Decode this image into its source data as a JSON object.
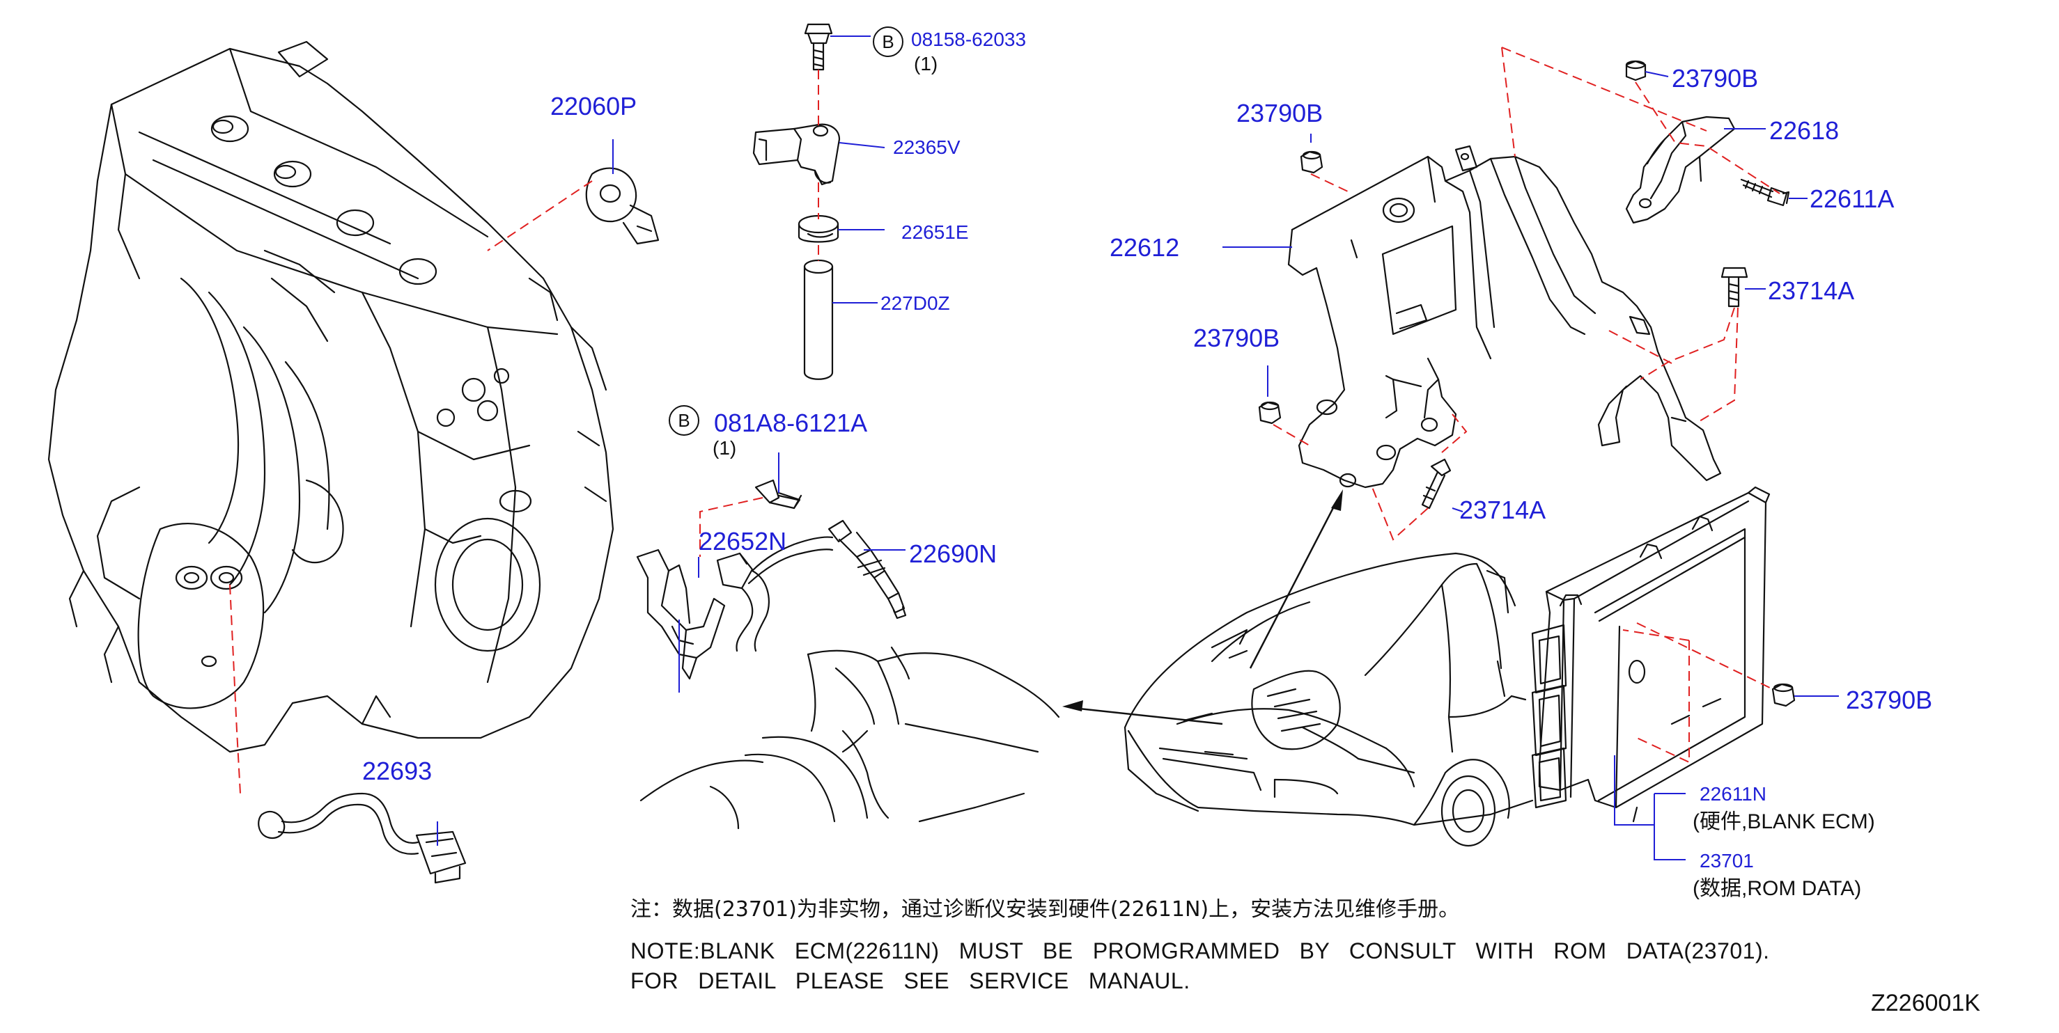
{
  "diagram_id": "Z226001K",
  "parts": {
    "p22060P": "22060P",
    "p22693": "22693",
    "p08158": "08158-62033",
    "p08158_qty": "(1)",
    "p22365V": "22365V",
    "p22651E": "22651E",
    "p227D0Z": "227D0Z",
    "p081A8": "081A8-6121A",
    "p081A8_qty": "(1)",
    "p22652N": "22652N",
    "p22690N": "22690N",
    "p23790B_1": "23790B",
    "p23790B_2": "23790B",
    "p23790B_3": "23790B",
    "p23790B_4": "23790B",
    "p22612": "22612",
    "p22618": "22618",
    "p22611A": "22611A",
    "p23714A_1": "23714A",
    "p23714A_2": "23714A",
    "p22611N": "22611N",
    "p22611N_desc": "(硬件,BLANK   ECM)",
    "p23701": "23701",
    "p23701_desc": "(数据,ROM   DATA)"
  },
  "badges": {
    "b1": "B",
    "b2": "B"
  },
  "notes": {
    "cn": "注：数据(23701)为非实物，通过诊断仪安装到硬件(22611N)上，安装方法见维修手册。",
    "en1": "NOTE:BLANK   ECM(22611N)   MUST   BE   PROMGRAMMED   BY   CONSULT   WITH   ROM   DATA(23701).",
    "en2": "FOR   DETAIL   PLEASE   SEE   SERVICE   MANAUL."
  },
  "colors": {
    "part_number": "#1f1fd6",
    "dashed_leader": "#e02020",
    "line_art": "#111111"
  }
}
